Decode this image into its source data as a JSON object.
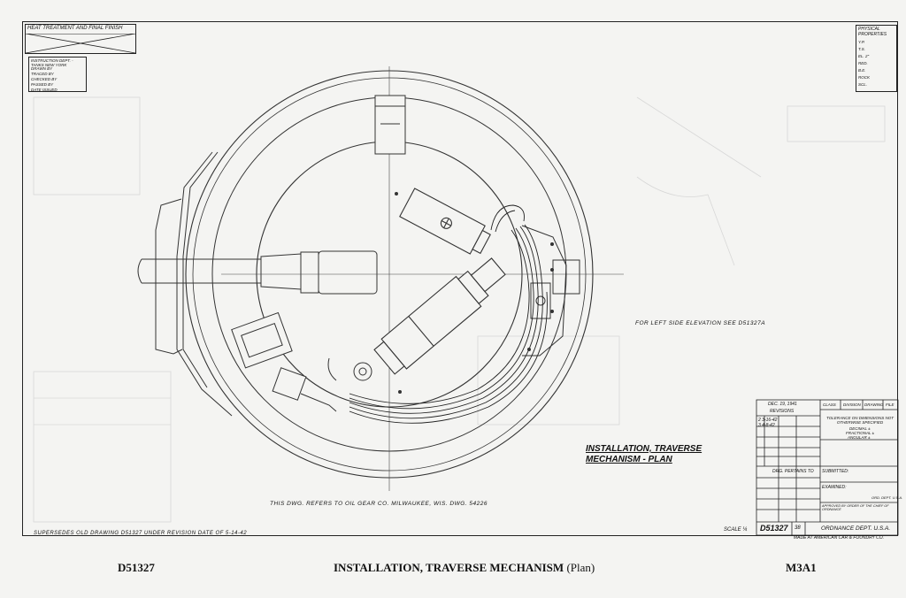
{
  "title_block_top": {
    "heat_treatment": "HEAT TREATMENT AND FINAL FINISH",
    "info_rows": [
      "INSTRUCTION DEPT. - TANKS NEW YORK",
      "DRAWN BY",
      "TRACED BY",
      "CHECKED BY",
      "PASSED BY",
      "DATE ISSUED"
    ]
  },
  "physical_properties": {
    "title": "PHYSICAL PROPERTIES",
    "rows": [
      "Y.P.",
      "T.S.",
      "EL. 2\"",
      "RED.",
      "B.E.",
      "ROCK",
      "SCL."
    ]
  },
  "notes": {
    "left_side": "FOR LEFT SIDE ELEVATION SEE D51327A",
    "refers": "THIS DWG. REFERS TO OIL GEAR CO. MILWAUKEE, WIS. DWG. 54226",
    "supersedes": "SUPERSEDES OLD DRAWING D51327 UNDER REVISION DATE OF 5-14-42",
    "drawing_title_line1": "INSTALLATION, TRAVERSE",
    "drawing_title_line2": "MECHANISM - PLAN"
  },
  "title_block": {
    "date": "DEC. 19, 1941",
    "revisions": "REVISIONS",
    "rev_rows": [
      "2  3-16-42",
      "3  4-8-42"
    ],
    "cols": [
      "CLASS",
      "DIVISION",
      "DRAWING",
      "FILE"
    ],
    "tolerance": "TOLERANCE ON DIMENSIONS NOT OTHERWISE SPECIFIED",
    "tol_rows": [
      "DECIMAL ±",
      "FRACTIONAL ±",
      "ANGULAR ±"
    ],
    "pertains": "DRG. PERTAINS TO",
    "submitted": "SUBMITTED:",
    "examined": "EXAMINED:",
    "ord_dept": "ORD. DEPT. U.S.A.",
    "approved": "APPROVED BY ORDER OF THE CHIEF OF ORDNANCE",
    "number": "D51327",
    "size": "38",
    "ordnance": "ORDNANCE DEPT. U.S.A.",
    "scale": "SCALE ¼",
    "made_by": "MADE AT AMERICAN CAR & FOUNDRY CO."
  },
  "footer": {
    "left": "D51327",
    "center_bold": "INSTALLATION, TRAVERSE MECHANISM",
    "center_plain": "(Plan)",
    "right": "M3A1"
  }
}
